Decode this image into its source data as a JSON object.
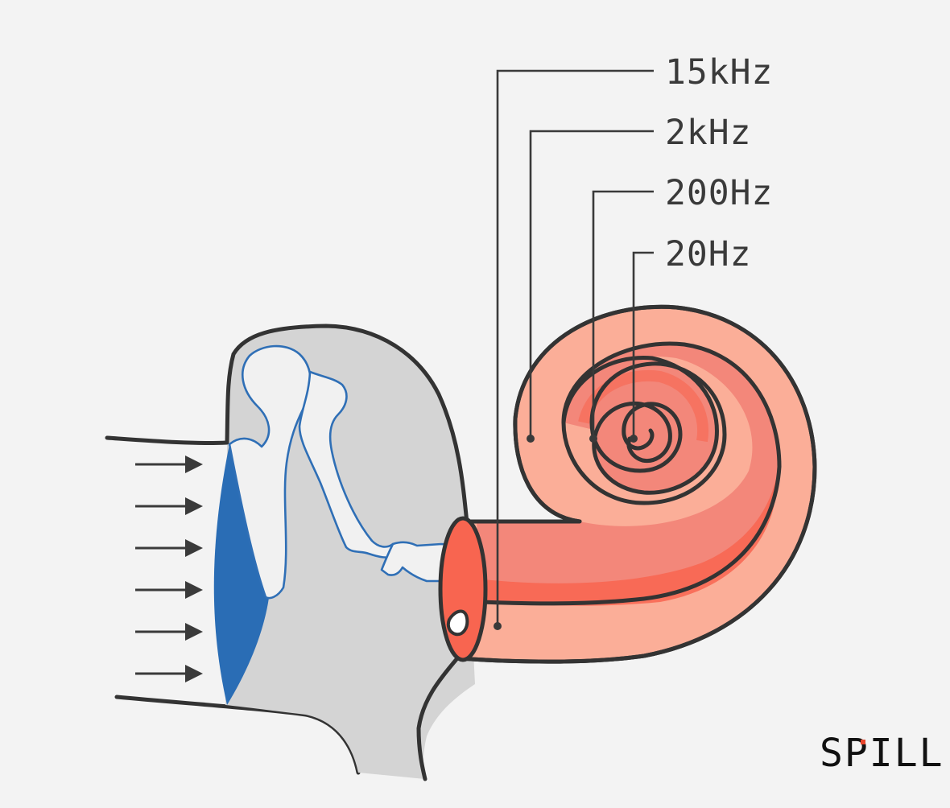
{
  "labels": {
    "f15k": "15kHz",
    "f2k": "2kHz",
    "f200": "200Hz",
    "f20": "20Hz"
  },
  "brand": "SPILL",
  "colors": {
    "background": "#f3f3f3",
    "outline": "#333333",
    "middle_ear": "#d4d4d4",
    "eardrum": "#2a6db5",
    "ossicle_stroke": "#2f6fb6",
    "cochlea_light": "#fbae98",
    "cochlea_mid": "#f3877a",
    "cochlea_bright": "#f86550",
    "brand_accent": "#e8452c"
  },
  "icons": {
    "sound_arrows": "right-arrow-icon",
    "brand": "spill-logo"
  },
  "sound_wave_arrow_count": 6
}
